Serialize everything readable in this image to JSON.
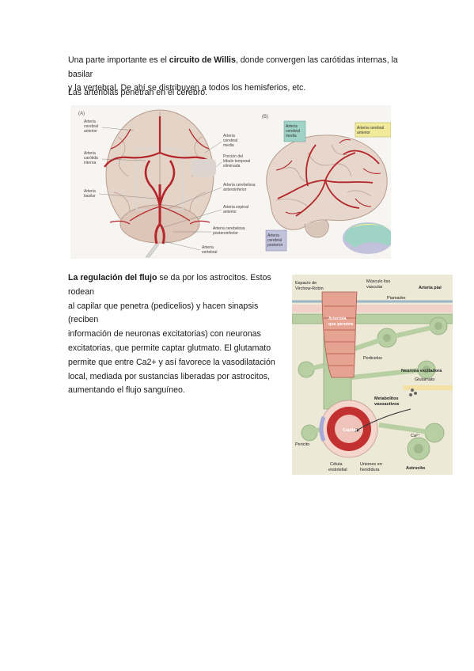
{
  "paragraph1": {
    "t1": "Una parte importante es el ",
    "b1": "circuito de Willis",
    "t2": ", donde convergen las carótidas internas, la basilar",
    "line2": "y la vertebral. De ahí se distribuyen a todos los hemisferios, etc."
  },
  "paragraph2": {
    "text": "Las arteriolas penetran en el cerebro."
  },
  "paragraph3": {
    "b1": "La ",
    "b2": "regulación del flujo",
    "t1": " se da por los astrocitos. Estos rodean",
    "l2": "al capilar que penetra (pedicelios) y hacen sinapsis (reciben",
    "l3": "información de neuronas excitatorias) con neuronas",
    "l4": "excitatorias, que permite captar glutmato. El glutamato",
    "l5": "permite que entre Ca2+ y así favorece la vasodilatación",
    "l6": "local, mediada por sustancias liberadas por astrocitos,",
    "l7": "aumentando el flujo sanguíneo."
  },
  "figure1": {
    "panel_a": "(A)",
    "panel_b": "(B)",
    "left_labels": {
      "aca": [
        "Arteria",
        "cerebral",
        "anterior"
      ],
      "ica": [
        "Arteria",
        "carótida",
        "interna"
      ],
      "basilar": [
        "Arteria",
        "basilar"
      ]
    },
    "right_labels": {
      "mca": [
        "Arteria",
        "cerebral",
        "media"
      ],
      "temporal": [
        "Porción del",
        "lóbulo temporal",
        "eliminada"
      ],
      "aica": [
        "Arteria cerebelosa",
        "anteroinferior"
      ],
      "spinal": [
        "Arteria espinal",
        "anterior"
      ],
      "pica": [
        "Arteria cerebelosa",
        "posteroinferior"
      ],
      "vertebral": [
        "Arteria",
        "vertebral"
      ]
    },
    "box_mca": [
      "Arteria",
      "cerebral",
      "media"
    ],
    "box_aca": [
      "Arteria cerebral",
      "anterior"
    ],
    "box_pca": [
      "Arteria",
      "cerebral",
      "posterior"
    ]
  },
  "figure2": {
    "virchow": [
      "Espacio de",
      "Virchow-Robin"
    ],
    "muscle": [
      "Músculo liso",
      "vascular"
    ],
    "pial": "Arteria pial",
    "piamadre": "Piamadre",
    "arteriola": [
      "Arteriola",
      "que penetra"
    ],
    "pedicelos": "Pedicelos",
    "neurona": "Neurona excitadora",
    "glutamato": "Glutamato",
    "metabolitos": [
      "Metabolitos",
      "vasoactivos"
    ],
    "capilar": "Capilar",
    "ca": "Ca²⁺",
    "pericito": "Pericito",
    "celula": [
      "Célula",
      "endotelial"
    ],
    "uniones": [
      "Uniones en",
      "hendidura"
    ],
    "astrocito": "Astrocito"
  },
  "colors": {
    "artery": "#b5262b",
    "brain": "#e6d6cc",
    "astrocyte": "#b7cfa3",
    "box_teal": "#9fd3c6",
    "box_yellow": "#f1ea9a",
    "box_lilac": "#c3c2dd"
  }
}
